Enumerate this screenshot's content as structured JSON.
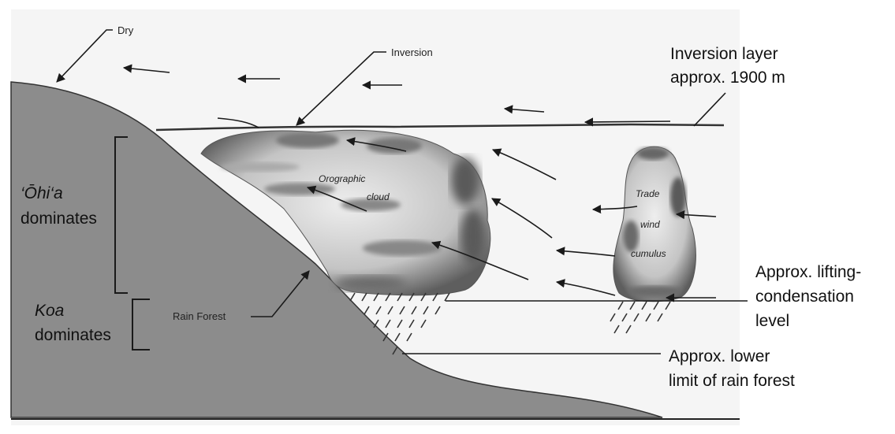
{
  "labels": {
    "dry": "Dry",
    "inversion": "Inversion",
    "inversion_layer_1": "Inversion layer",
    "inversion_layer_2": "approx. 1900 m",
    "ohia": "‘Ōhi‘a",
    "ohia_dominates": "dominates",
    "koa": "Koa",
    "koa_dominates": "dominates",
    "rain_forest": "Rain Forest",
    "orographic_1": "Orographic",
    "orographic_2": "cloud",
    "trade_1": "Trade",
    "trade_2": "wind",
    "trade_3": "cumulus",
    "lifting_1": "Approx. lifting-",
    "lifting_2": "condensation",
    "lifting_3": "level",
    "lower_1": "Approx. lower",
    "lower_2": "limit of rain forest"
  },
  "colors": {
    "mountain": "#8c8c8c",
    "cloud": "#d2d2d2",
    "cloud_shade": "#6a6a6a",
    "sky": "#f4f4f4",
    "ink": "#1a1a1a"
  }
}
